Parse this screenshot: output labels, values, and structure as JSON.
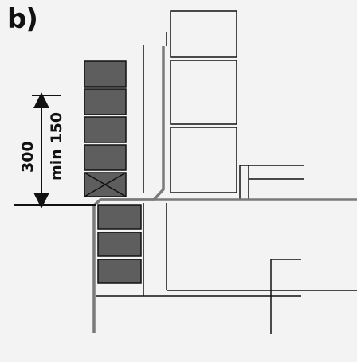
{
  "panel_label": "b)",
  "dimension": {
    "value": "300",
    "min_label": "min 150"
  },
  "colors": {
    "background": "#f3f3f3",
    "block_fill": "#5e5e5e",
    "line": "#111111",
    "grey_line": "#7a7a7a"
  }
}
